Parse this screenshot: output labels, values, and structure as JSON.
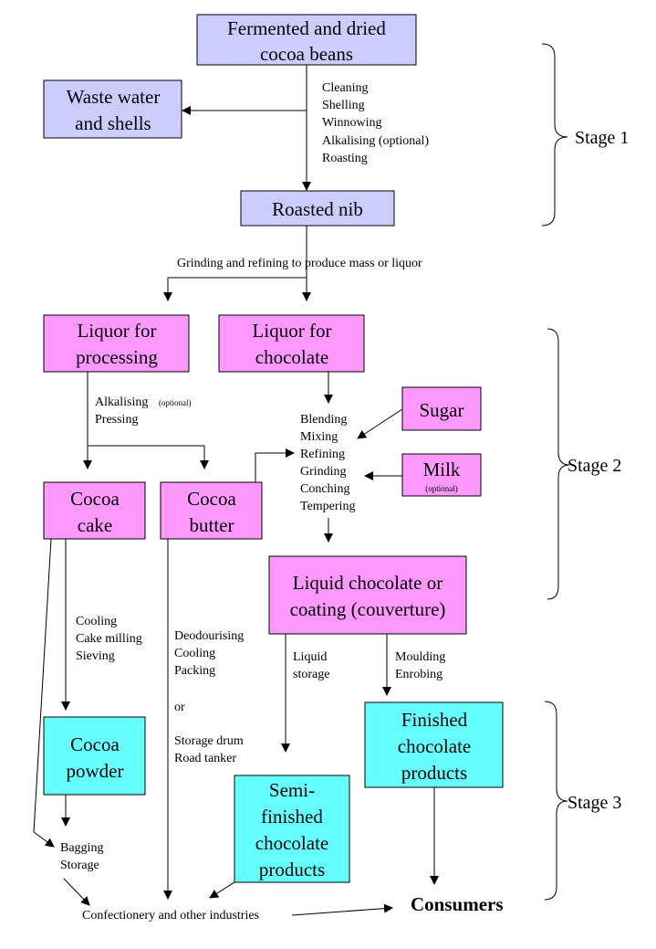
{
  "colors": {
    "stage1_box": "#ccccff",
    "stage2_box": "#ff99ff",
    "stage3_box": "#66ffff"
  },
  "boxes": {
    "beans": [
      "Fermented and dried",
      "cocoa beans"
    ],
    "waste": [
      "Waste water",
      "and shells"
    ],
    "nib": [
      "Roasted nib"
    ],
    "liquor_processing": [
      "Liquor for",
      "processing"
    ],
    "liquor_chocolate": [
      "Liquor for",
      "chocolate"
    ],
    "sugar": [
      "Sugar"
    ],
    "milk": [
      "Milk"
    ],
    "milk_note": "(optional)",
    "cake": [
      "Cocoa",
      "cake"
    ],
    "butter": [
      "Cocoa",
      "butter"
    ],
    "liquid": [
      "Liquid chocolate or",
      "coating (couverture)"
    ],
    "powder": [
      "Cocoa",
      "powder"
    ],
    "finished": [
      "Finished",
      "chocolate",
      "products"
    ],
    "semi": [
      "Semi-",
      "finished",
      "chocolate",
      "products"
    ]
  },
  "steps": {
    "stage1": [
      "Cleaning",
      "Shelling",
      "Winnowing",
      "Alkalising (optional)",
      "Roasting"
    ],
    "grinding": "Grinding and refining to produce mass or liquor",
    "pressing": [
      "Alkalising",
      "Pressing"
    ],
    "pressing_note": "(optional)",
    "chocolate": [
      "Blending",
      "Mixing",
      "Refining",
      "Grinding",
      "Conching",
      "Tempering"
    ],
    "powder": [
      "Cooling",
      "Cake milling",
      "Sieving"
    ],
    "butter": [
      "Deodourising",
      "Cooling",
      "Packing"
    ],
    "butter_or": "or",
    "butter_alt": [
      "Storage drum",
      "Road tanker"
    ],
    "liquid_storage": [
      "Liquid",
      "storage"
    ],
    "moulding": [
      "Moulding",
      "Enrobing"
    ],
    "bagging": [
      "Bagging",
      "Storage"
    ],
    "industries": "Confectionery and other industries",
    "consumers": "Consumers"
  },
  "stages": [
    "Stage 1",
    "Stage 2",
    "Stage 3"
  ]
}
